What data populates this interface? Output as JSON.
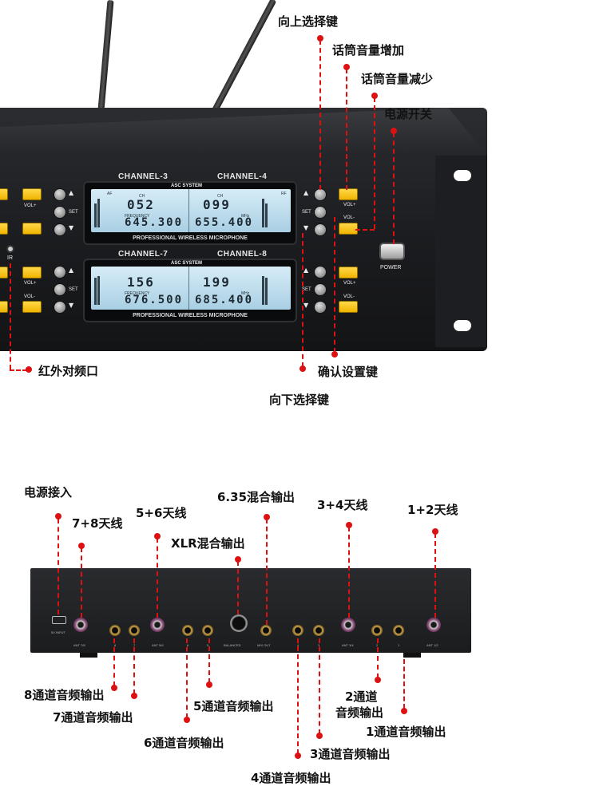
{
  "front": {
    "channels": {
      "ch3": "CHANNEL-3",
      "ch4": "CHANNEL-4",
      "ch7": "CHANNEL-7",
      "ch8": "CHANNEL-8"
    },
    "lcd_top": {
      "system": "ASC SYSTEM",
      "ch_left": "052",
      "ch_right": "099",
      "freq_left": "645.300",
      "freq_right": "655.400",
      "caption": "PROFESSIONAL WIRELESS MICROPHONE"
    },
    "lcd_bottom": {
      "system": "ASC SYSTEM",
      "ch_left": "156",
      "ch_right": "199",
      "freq_left": "676.500",
      "freq_right": "685.400",
      "caption": "PROFESSIONAL WIRELESS MICROPHONE"
    },
    "lcd_labels": {
      "af": "AF",
      "rf": "RF",
      "ch": "CH",
      "frequency": "FREQUENCY",
      "mhz": "MHz"
    },
    "buttons": {
      "set": "SET",
      "vol_up": "VOL+",
      "vol_down": "VOL-",
      "ir": "IR",
      "power": "POWER"
    }
  },
  "annotations_front": {
    "up_select": "向上选择键",
    "vol_up": "话筒音量增加",
    "vol_down": "话筒音量减少",
    "power": "电源开关",
    "ir": "红外对频口",
    "confirm": "确认设置键",
    "down_select": "向下选择键"
  },
  "annotations_back": {
    "power_in": "电源接入",
    "ant78": "7+8天线",
    "ant56": "5+6天线",
    "mix635": "6.35混合输出",
    "ant34": "3+4天线",
    "ant12": "1+2天线",
    "xlr": "XLR混合输出",
    "out8": "8通道音频输出",
    "out7": "7通道音频输出",
    "out6": "6通道音频输出",
    "out5": "5通道音频输出",
    "out4": "4通道音频输出",
    "out3": "3通道音频输出",
    "out2_line1": "2通道",
    "out2_line2": "音频输出",
    "out1": "1通道音频输出"
  },
  "back_labels": {
    "dc": "5V INPUT",
    "ant78": "ANT 7/8",
    "ant56": "ANT 5/6",
    "balanced": "BALANCED",
    "mixout": "MIX OUT",
    "ant34": "ANT 3/4",
    "ant12": "ANT 1/2",
    "n8": "8",
    "n7": "7",
    "n6": "6",
    "n5": "5",
    "n4": "4",
    "n3": "3",
    "n2": "2",
    "n1": "1"
  },
  "colors": {
    "annotation_red": "#dd1111",
    "button_yellow": "#f5c400",
    "lcd_blue": "#b8dcef",
    "panel_dark": "#1e1f22"
  }
}
